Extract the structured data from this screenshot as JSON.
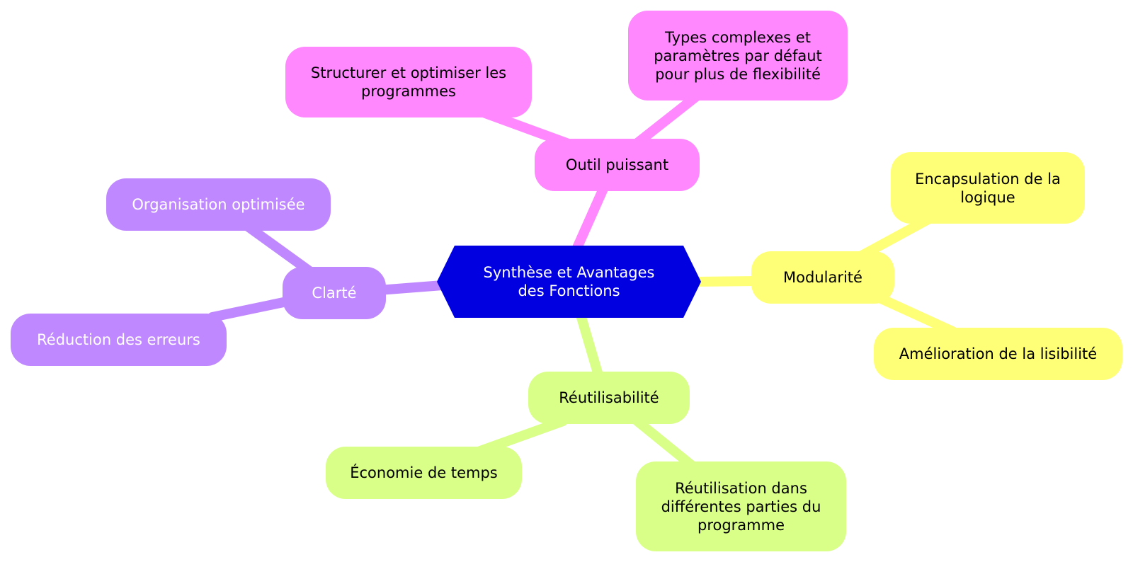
{
  "diagram": {
    "root": {
      "label": "Synthèse et Avantages des Fonctions"
    },
    "branches": [
      {
        "label": "Outil puissant",
        "color": "#ff88ff",
        "children": [
          "Structurer et optimiser les programmes",
          "Types complexes et paramètres par défaut pour plus de flexibilité"
        ]
      },
      {
        "label": "Modularité",
        "color": "#ffff77",
        "children": [
          "Encapsulation de la logique",
          "Amélioration de la lisibilité"
        ]
      },
      {
        "label": "Réutilisabilité",
        "color": "#d9ff88",
        "children": [
          "Économie de temps",
          "Réutilisation dans différentes parties du programme"
        ]
      },
      {
        "label": "Clarté",
        "color": "#c088ff",
        "children": [
          "Organisation optimisée",
          "Réduction des erreurs"
        ]
      }
    ],
    "root_color": "#0000e0"
  }
}
